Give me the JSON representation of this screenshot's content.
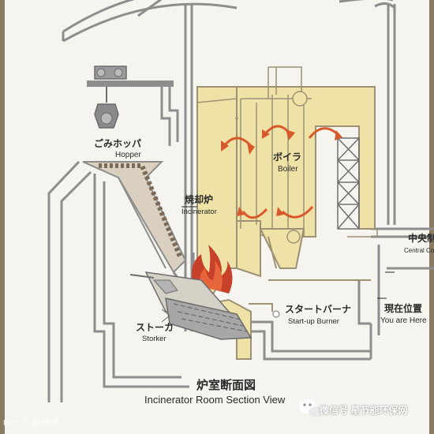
{
  "colors": {
    "board": "#f6f4ee",
    "wall": "#8d8d8d",
    "furnace_fill": "#efe2a6",
    "furnace_stroke": "#9c9175",
    "flame_outer": "#c6402a",
    "flame_inner": "#e7653a",
    "arrow": "#d85a2c",
    "stoker": "#8a8a8a",
    "frame": "#7a6a50",
    "text": "#2a2a2a",
    "watermark": "#ffffff"
  },
  "labels": {
    "hopper_jp": "ごみホッパ",
    "hopper_en": "Hopper",
    "incinerator_jp": "焼却炉",
    "incinerator_en": "Incinerator",
    "boiler_jp": "ボイラ",
    "boiler_en": "Boiler",
    "control_jp": "中央制",
    "control_en": "Central Co",
    "burner_jp": "スタートバーナ",
    "burner_en": "Start-up Burner",
    "here_jp": "現在位置",
    "here_en": "You are Here",
    "stoker_jp": "ストーカ",
    "stoker_en": "Storker",
    "title_jp": "炉室断面図",
    "title_en": "Incinerator Room Section View"
  },
  "watermarks": {
    "bottom_left": "K5°° 大 都 阿 頃",
    "bottom_right": "微信号 星节能环保网"
  },
  "icons": [
    "crane-trolley-icon",
    "grab-bucket-icon",
    "flame-icon",
    "wechat-icon"
  ]
}
